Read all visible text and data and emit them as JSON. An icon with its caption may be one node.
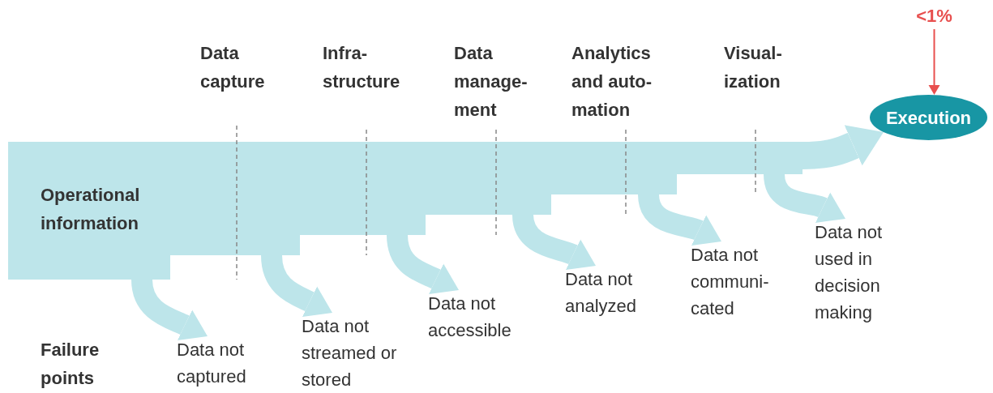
{
  "diagram": {
    "nodes": [
      {
        "text": [
          "Operational information"
        ]
      },
      {
        "text": [
          "Execution"
        ]
      },
      {
        "text": [
          "<1%"
        ]
      },
      {
        "text": [
          "Data not captured"
        ]
      },
      {
        "text": [
          "Data not streamed or stored"
        ]
      },
      {
        "text": [
          "Data not accessible"
        ]
      },
      {
        "text": [
          "Data not analyzed"
        ]
      },
      {
        "text": [
          "Data not communi-cated"
        ]
      },
      {
        "text": [
          "Data not used in decision making"
        ]
      }
    ],
    "edges": [
      {
        "from": 0,
        "to": 1,
        "arrow": "to"
      },
      {
        "from": 0,
        "to": 3,
        "arrow": "to"
      },
      {
        "from": 0,
        "to": 4,
        "arrow": "to"
      },
      {
        "from": 0,
        "to": 5,
        "arrow": "to"
      },
      {
        "from": 0,
        "to": 6,
        "arrow": "to"
      },
      {
        "from": 0,
        "to": 7,
        "arrow": "to"
      },
      {
        "from": 0,
        "to": 8,
        "arrow": "to"
      },
      {
        "from": 2,
        "to": 1,
        "arrow": "to",
        "color": "#e8504f"
      }
    ],
    "labels": [
      "Data capture",
      "Infra-structure",
      "Data manage-ment",
      "Analytics and auto-mation",
      "Visual-ization",
      "Failure points"
    ]
  }
}
